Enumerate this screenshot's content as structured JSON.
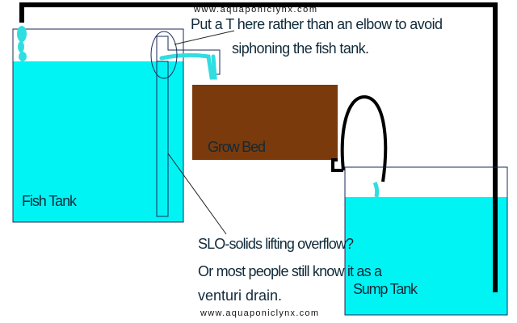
{
  "watermark_top": "www.aquaponiclynx.com",
  "watermark_bottom": "www.aquaponiclynx.com",
  "note_t": {
    "line1": "Put a T here rather than an elbow to avoid",
    "line2": "siphoning the fish tank."
  },
  "grow_bed_label": "Grow Bed",
  "fish_tank_label": "Fish Tank",
  "sump_tank_label": "Sump Tank",
  "note_slo": {
    "line1": "SLO-solids lifting overflow?",
    "line2": "Or most people still know it as a",
    "line3": "venturi drain."
  },
  "colors": {
    "water": "#00f4f4",
    "grow_bed": "#7a3a0c",
    "pipe": "#000000",
    "outline": "#1a2a5a"
  }
}
